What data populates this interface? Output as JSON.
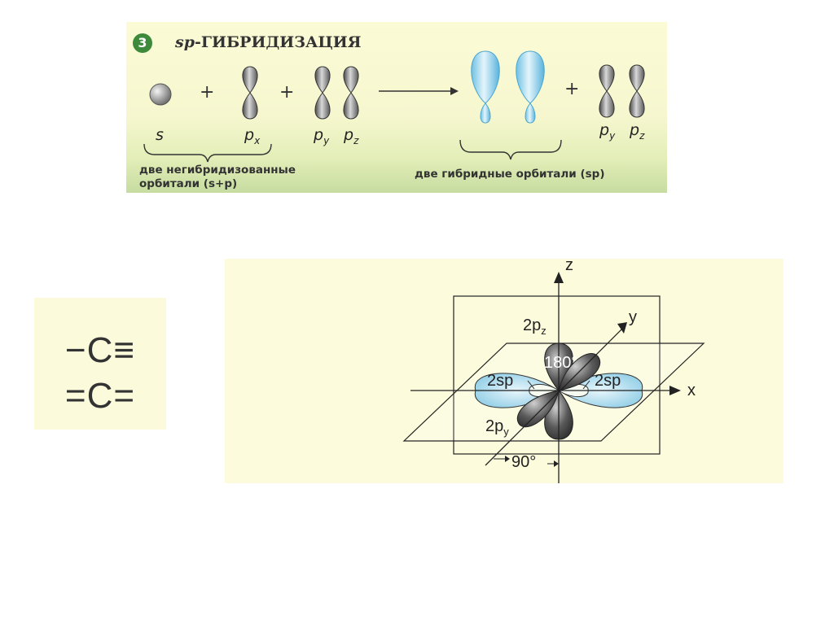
{
  "banner": {
    "number": "3",
    "title_italic": "sp",
    "title_rest": "-ГИБРИДИЗАЦИЯ",
    "labels": {
      "s": "s",
      "p": "p",
      "x": "x",
      "y": "y",
      "z": "z"
    },
    "plus": "+",
    "caption_left_1": "две негибридизованные",
    "caption_left_2": "орбитали (s+p)",
    "caption_right": "две гибридные орбитали (sp)"
  },
  "formula": {
    "line1": "−C≡",
    "line2": "=C="
  },
  "orbital_diagram": {
    "axis_z": "z",
    "axis_y": "y",
    "axis_x": "x",
    "label_2pz": "2p",
    "label_2pz_sub": "z",
    "label_2py": "2p",
    "label_2py_sub": "y",
    "label_2sp_left": "2sp",
    "label_2sp_right": "2sp",
    "angle_180": "180°",
    "angle_90": "90°",
    "colors": {
      "hybrid": "#a8d8ec",
      "p_lobe": "#5a5a5a"
    }
  }
}
